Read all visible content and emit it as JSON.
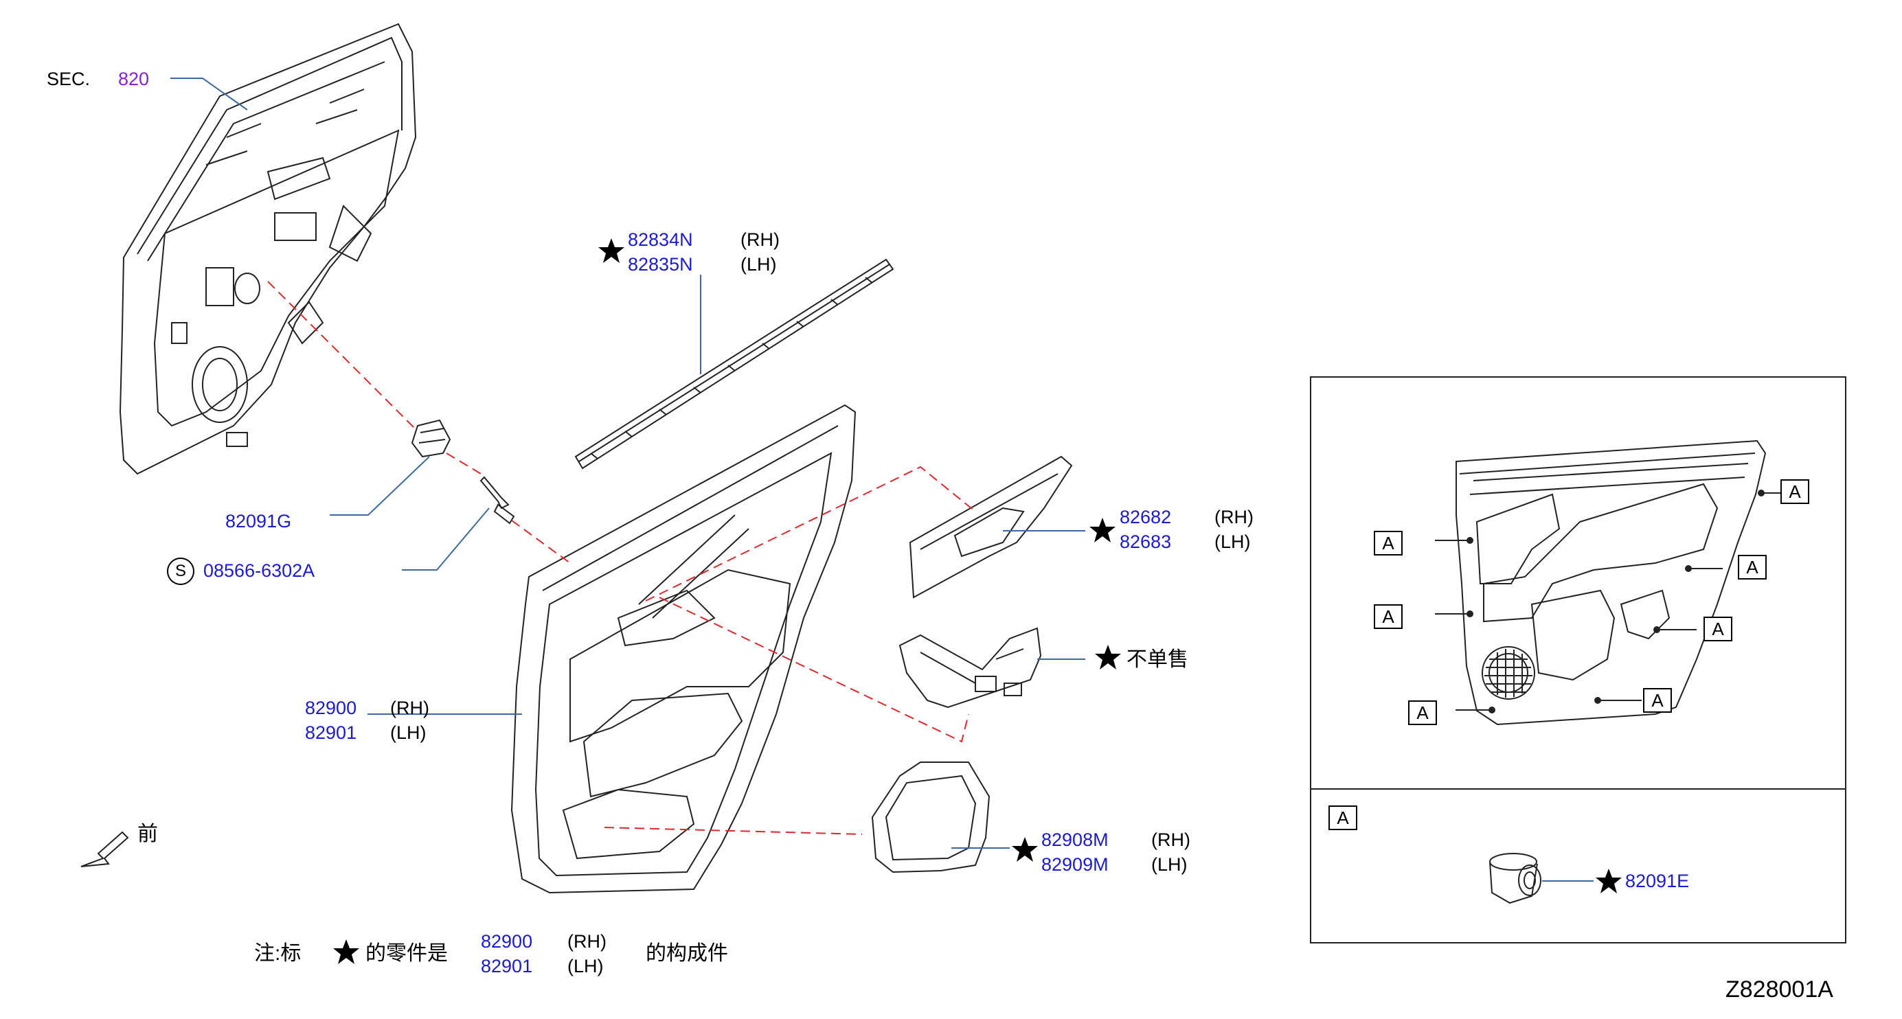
{
  "sec": {
    "prefix": "SEC.",
    "number": "820"
  },
  "parts": {
    "p82834": {
      "rh": "82834N",
      "lh": "82835N",
      "rh_side": "(RH)",
      "lh_side": "(LH)"
    },
    "p82682": {
      "rh": "82682",
      "lh": "82683",
      "rh_side": "(RH)",
      "lh_side": "(LH)"
    },
    "p82091g": "82091G",
    "p08566": {
      "badge": "S",
      "code": "08566-6302A"
    },
    "not_sold": "不单售",
    "p82900": {
      "rh": "82900",
      "lh": "82901",
      "rh_side": "(RH)",
      "lh_side": "(LH)"
    },
    "p82908": {
      "rh": "82908M",
      "lh": "82909M",
      "rh_side": "(RH)",
      "lh_side": "(LH)"
    },
    "p82091e": "82091E"
  },
  "front_label": "前",
  "note": {
    "prefix": "注:标",
    "middle": "的零件是",
    "rh": "82900",
    "lh": "82901",
    "rh_side": "(RH)",
    "lh_side": "(LH)",
    "suffix": "的构成件"
  },
  "detail_tag": "A",
  "figure_id": "Z828001A",
  "colors": {
    "part_number": "#1a1ad6",
    "section_ref": "#8a1ed6",
    "dashed_guide": "#e0282c"
  }
}
